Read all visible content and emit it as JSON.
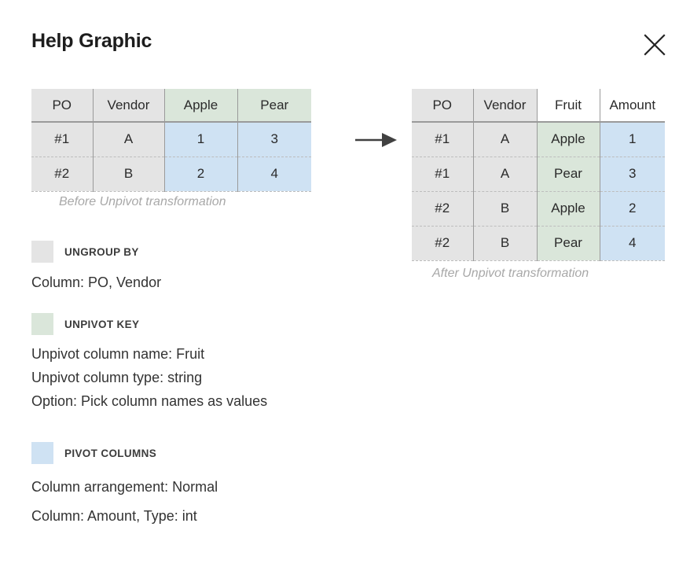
{
  "header": {
    "title": "Help Graphic",
    "close_icon": "close-icon"
  },
  "arrow": {
    "icon": "arrow-right-icon"
  },
  "colors": {
    "ungroup_by": "#e4e4e4",
    "unpivot_key": "#dae6da",
    "pivot_columns": "#cfe2f3",
    "border_solid": "#9a9a9a",
    "border_dashed": "#bdbdbd",
    "caption_text": "#a8a8a8",
    "title_text": "#1d1d1d"
  },
  "tables": {
    "before": {
      "caption": "Before Unpivot transformation",
      "columns": [
        {
          "label": "PO",
          "tone": "gray"
        },
        {
          "label": "Vendor",
          "tone": "gray"
        },
        {
          "label": "Apple",
          "tone": "green"
        },
        {
          "label": "Pear",
          "tone": "green"
        }
      ],
      "rows": [
        [
          {
            "value": "#1",
            "tone": "gray"
          },
          {
            "value": "A",
            "tone": "gray"
          },
          {
            "value": "1",
            "tone": "blue"
          },
          {
            "value": "3",
            "tone": "blue"
          }
        ],
        [
          {
            "value": "#2",
            "tone": "gray"
          },
          {
            "value": "B",
            "tone": "gray"
          },
          {
            "value": "2",
            "tone": "blue"
          },
          {
            "value": "4",
            "tone": "blue"
          }
        ]
      ]
    },
    "after": {
      "caption": "After Unpivot transformation",
      "columns": [
        {
          "label": "PO",
          "tone": "gray"
        },
        {
          "label": "Vendor",
          "tone": "gray"
        },
        {
          "label": "Fruit",
          "tone": "white"
        },
        {
          "label": "Amount",
          "tone": "white"
        }
      ],
      "rows": [
        [
          {
            "value": "#1",
            "tone": "gray"
          },
          {
            "value": "A",
            "tone": "gray"
          },
          {
            "value": "Apple",
            "tone": "green"
          },
          {
            "value": "1",
            "tone": "blue"
          }
        ],
        [
          {
            "value": "#1",
            "tone": "gray"
          },
          {
            "value": "A",
            "tone": "gray"
          },
          {
            "value": "Pear",
            "tone": "green"
          },
          {
            "value": "3",
            "tone": "blue"
          }
        ],
        [
          {
            "value": "#2",
            "tone": "gray"
          },
          {
            "value": "B",
            "tone": "gray"
          },
          {
            "value": "Apple",
            "tone": "green"
          },
          {
            "value": "2",
            "tone": "blue"
          }
        ],
        [
          {
            "value": "#2",
            "tone": "gray"
          },
          {
            "value": "B",
            "tone": "gray"
          },
          {
            "value": "Pear",
            "tone": "green"
          },
          {
            "value": "4",
            "tone": "blue"
          }
        ]
      ]
    }
  },
  "legend": {
    "ungroup_by": {
      "label": "UNGROUP BY",
      "swatch": "#e4e4e4",
      "lines": [
        "Column: PO, Vendor"
      ]
    },
    "unpivot_key": {
      "label": "UNPIVOT KEY",
      "swatch": "#dae6da",
      "lines": [
        "Unpivot column name: Fruit",
        "Unpivot column type: string",
        "Option: Pick column names as values"
      ]
    },
    "pivot_columns": {
      "label": "PIVOT COLUMNS",
      "swatch": "#cfe2f3",
      "lines": [
        "Column arrangement: Normal",
        "Column: Amount, Type: int"
      ]
    }
  }
}
